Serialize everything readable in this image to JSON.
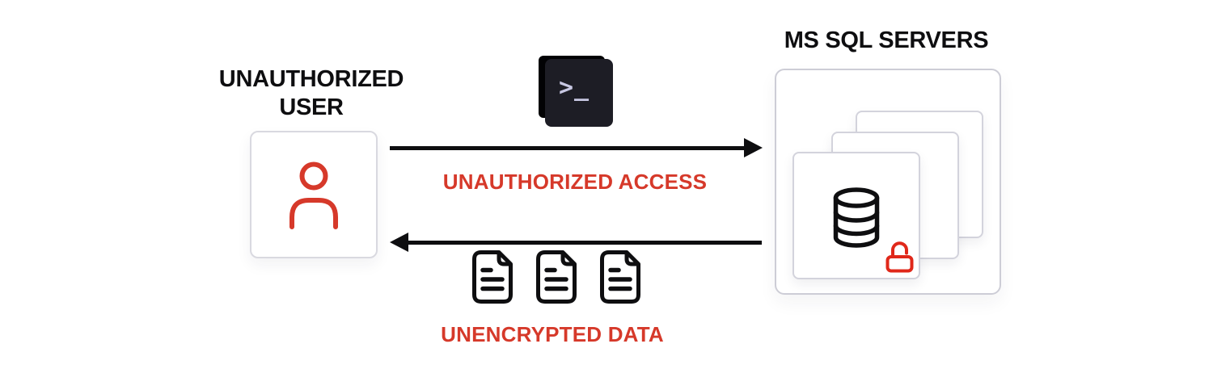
{
  "colors": {
    "accent_red": "#d6392a",
    "ink_black": "#0e0e10",
    "card_border": "#d3d3dc",
    "terminal_bg": "#1d1d25",
    "terminal_glyph": "#c7c7e2",
    "lock_red": "#e0281a"
  },
  "actor": {
    "label_line1": "UNAUTHORIZED",
    "label_line2": "USER",
    "icon": "person-icon"
  },
  "attack_tool": {
    "icon": "terminal-icon",
    "glyph": ">_"
  },
  "flows": {
    "top": {
      "label": "UNAUTHORIZED ACCESS",
      "direction": "right"
    },
    "bottom": {
      "label": "UNENCRYPTED DATA",
      "direction": "left",
      "document_count": 3
    }
  },
  "target": {
    "label": "MS SQL SERVERS",
    "stacked_cards": 3,
    "icons": [
      "database-icon",
      "unlocked-padlock-icon"
    ]
  }
}
